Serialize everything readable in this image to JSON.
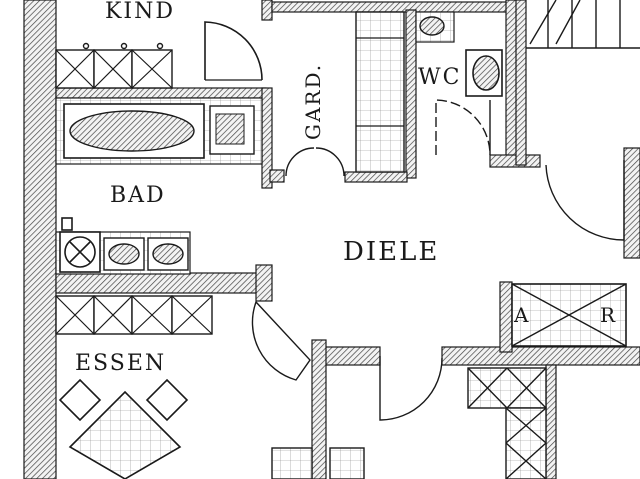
{
  "plan": {
    "rooms": {
      "kind": "KIND",
      "bad": "BAD",
      "gard": "GARD.",
      "wc": "WC",
      "diele": "DIELE",
      "essen": "ESSEN"
    },
    "cabinet_letters": {
      "left": "A",
      "right": "R"
    }
  },
  "colors": {
    "wall": "#2a2a2a",
    "line": "#1a1a1a",
    "background": "#ffffff"
  }
}
